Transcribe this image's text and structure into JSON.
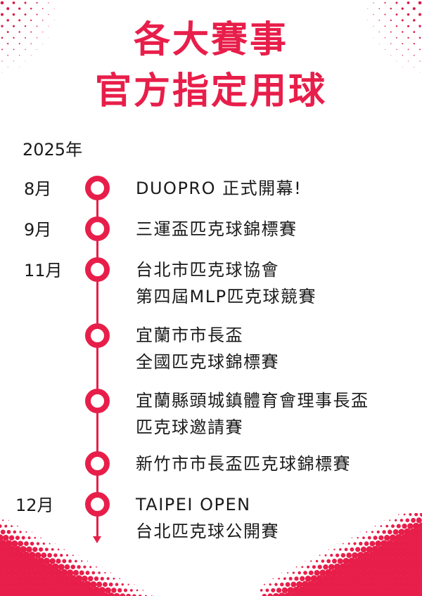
{
  "header": {
    "title_line1": "各大賽事",
    "title_line2": "官方指定用球"
  },
  "colors": {
    "accent": "#e81e4a",
    "text": "#1a1a1a",
    "background": "#ffffff"
  },
  "timeline": {
    "year": "2025年",
    "events": [
      {
        "month": "8月",
        "lines": [
          "DUOPRO 正式開幕!"
        ]
      },
      {
        "month": "9月",
        "lines": [
          "三運盃匹克球錦標賽"
        ]
      },
      {
        "month": "11月",
        "lines": [
          "台北市匹克球協會",
          "第四屆MLP匹克球競賽"
        ]
      },
      {
        "month": "",
        "lines": [
          "宜蘭市市長盃",
          "全國匹克球錦標賽"
        ]
      },
      {
        "month": "",
        "lines": [
          "宜蘭縣頭城鎮體育會理事長盃",
          "匹克球邀請賽"
        ]
      },
      {
        "month": "",
        "lines": [
          "新竹市市長盃匹克球錦標賽"
        ]
      },
      {
        "month": "12月",
        "lines": [
          "TAIPEI OPEN",
          "台北匹克球公開賽"
        ]
      }
    ]
  },
  "decorations": {
    "top_left": "halftone-dots",
    "top_right": "halftone-dots",
    "bottom_left": "halftone-dots",
    "bottom_right": "halftone-dots"
  }
}
